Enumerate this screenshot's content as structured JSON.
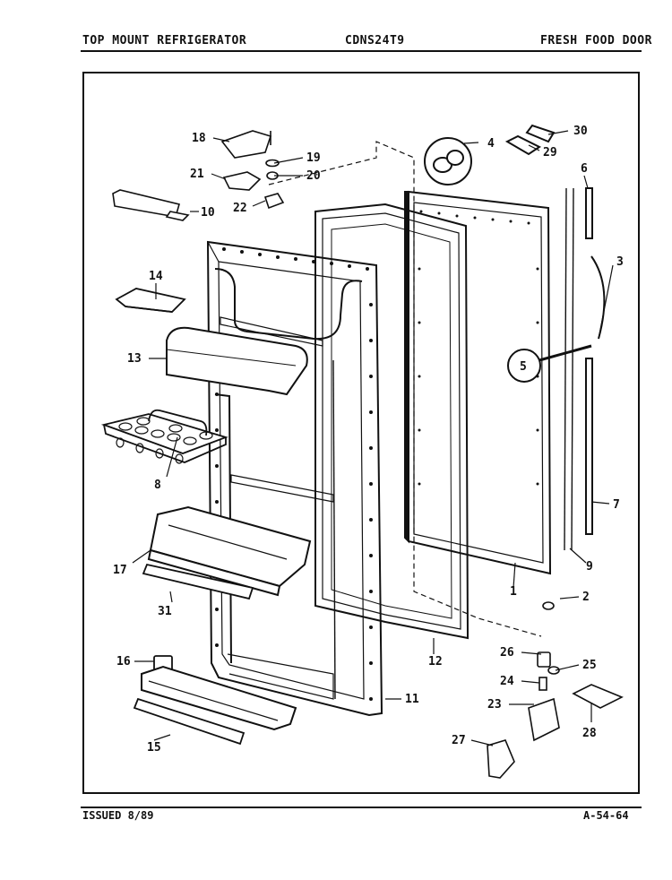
{
  "header": {
    "left": "TOP MOUNT REFRIGERATOR",
    "model": "CDNS24T9",
    "right": "FRESH FOOD DOOR"
  },
  "footer": {
    "issued": "ISSUED 8/89",
    "page_code": "A-54-64"
  },
  "callouts": {
    "c1": "1",
    "c2": "2",
    "c3": "3",
    "c4": "4",
    "c5": "5",
    "c6": "6",
    "c7": "7",
    "c8": "8",
    "c9": "9",
    "c10": "10",
    "c11": "11",
    "c12": "12",
    "c13": "13",
    "c14": "14",
    "c15": "15",
    "c16": "16",
    "c17": "17",
    "c18": "18",
    "c19": "19",
    "c20": "20",
    "c21": "21",
    "c22": "22",
    "c23": "23",
    "c24": "24",
    "c25": "25",
    "c26": "26",
    "c27": "27",
    "c28": "28",
    "c29": "29",
    "c30": "30",
    "c31": "31"
  },
  "colors": {
    "ink": "#111111",
    "paper": "#ffffff"
  }
}
